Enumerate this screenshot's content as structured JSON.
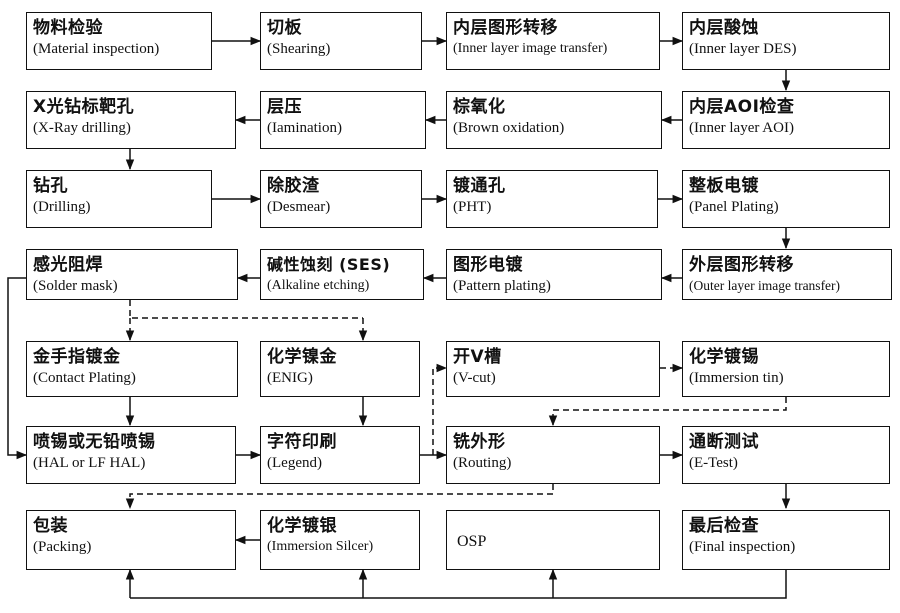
{
  "nodes": [
    {
      "id": "material-inspection",
      "zh": "物料检验",
      "en": "(Material inspection)"
    },
    {
      "id": "shearing",
      "zh": "切板",
      "en": "(Shearing)"
    },
    {
      "id": "inner-image-transfer",
      "zh": "内层图形转移",
      "en": "(Inner layer image transfer)"
    },
    {
      "id": "inner-des",
      "zh": "内层酸蚀",
      "en": "(Inner layer DES)"
    },
    {
      "id": "xray-drilling",
      "zh": "X光钻标靶孔",
      "en": "(X-Ray drilling)"
    },
    {
      "id": "lamination",
      "zh": "层压",
      "en": "(Iamination)"
    },
    {
      "id": "brown-oxidation",
      "zh": "棕氧化",
      "en": "(Brown oxidation)"
    },
    {
      "id": "inner-aoi",
      "zh": "内层AOI检查",
      "en": "(Inner layer AOI)"
    },
    {
      "id": "drilling",
      "zh": "钻孔",
      "en": "(Drilling)"
    },
    {
      "id": "desmear",
      "zh": "除胶渣",
      "en": "(Desmear)"
    },
    {
      "id": "pht",
      "zh": "镀通孔",
      "en": "(PHT)"
    },
    {
      "id": "panel-plating",
      "zh": "整板电镀",
      "en": "(Panel Plating)"
    },
    {
      "id": "solder-mask",
      "zh": "感光阻焊",
      "en": "(Solder mask)"
    },
    {
      "id": "alkaline-etching",
      "zh": "碱性蚀刻 (SES)",
      "en": "(Alkaline etching)"
    },
    {
      "id": "pattern-plating",
      "zh": "图形电镀",
      "en": "(Pattern plating)"
    },
    {
      "id": "outer-image-transfer",
      "zh": "外层图形转移",
      "en": "(Outer layer image transfer)"
    },
    {
      "id": "contact-plating",
      "zh": "金手指镀金",
      "en": "(Contact Plating)"
    },
    {
      "id": "enig",
      "zh": "化学镍金",
      "en": "(ENIG)"
    },
    {
      "id": "v-cut",
      "zh": "开V槽",
      "en": "(V-cut)"
    },
    {
      "id": "immersion-tin",
      "zh": "化学镀锡",
      "en": "(Immersion tin)"
    },
    {
      "id": "hal",
      "zh": "喷锡或无铅喷锡",
      "en": "(HAL or LF HAL)"
    },
    {
      "id": "legend",
      "zh": "字符印刷",
      "en": "(Legend)"
    },
    {
      "id": "routing",
      "zh": "铣外形",
      "en": "(Routing)"
    },
    {
      "id": "e-test",
      "zh": "通断测试",
      "en": "(E-Test)"
    },
    {
      "id": "packing",
      "zh": "包装",
      "en": "(Packing)"
    },
    {
      "id": "immersion-silver",
      "zh": "化学镀银",
      "en": "(Immersion Silcer)"
    },
    {
      "id": "osp",
      "zh": "",
      "en": "OSP"
    },
    {
      "id": "final-inspection",
      "zh": "最后检查",
      "en": "(Final inspection)"
    }
  ],
  "colors": {
    "line": "#111111",
    "box_border": "#111111",
    "background": "#ffffff"
  }
}
